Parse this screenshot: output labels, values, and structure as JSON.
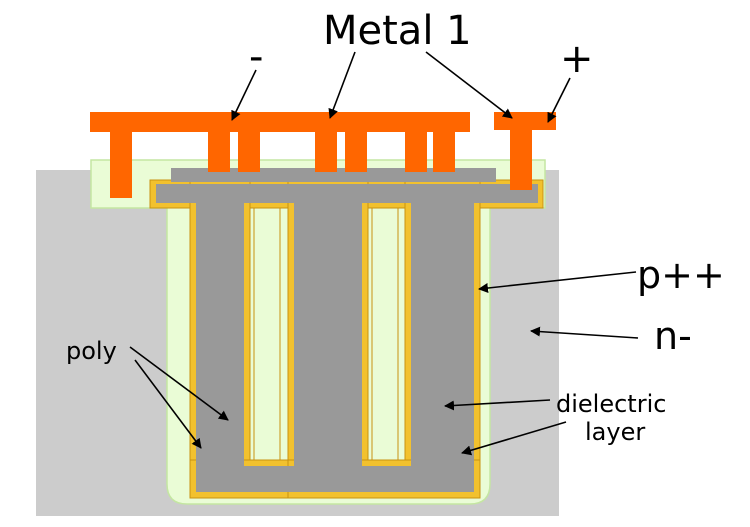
{
  "labels": {
    "metal1": "Metal 1",
    "minus": "-",
    "plus": "+",
    "p_plus_plus": "p++",
    "n_minus": "n-",
    "poly": "poly",
    "dielectric_line1": "dielectric",
    "dielectric_line2": "layer"
  },
  "colors": {
    "substrate": "#cccccc",
    "p_plus_plus_region": "#eafcd6",
    "p_plus_plus_border": "#c4e6a2",
    "poly": "#999999",
    "dielectric": "#f2c12e",
    "dielectric_edge": "#c89212",
    "metal": "#ff6600",
    "text": "#000000"
  },
  "icons": [
    "arrow-icon"
  ]
}
